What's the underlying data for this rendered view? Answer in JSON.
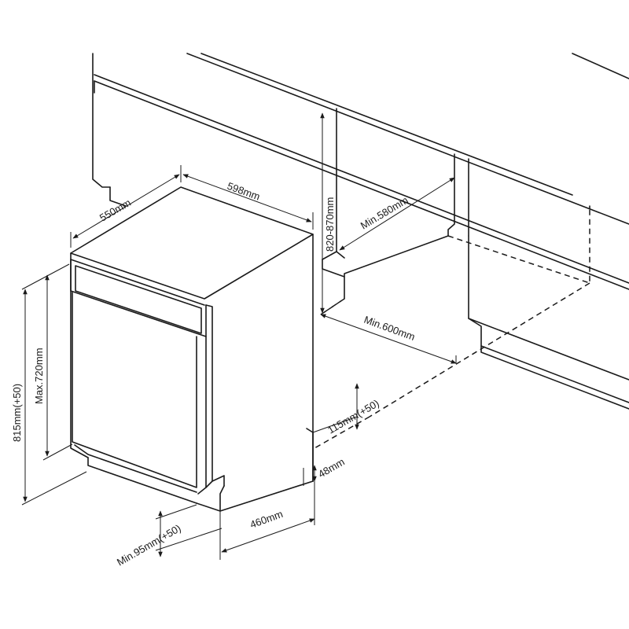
{
  "dimensions": {
    "width_top": "598mm",
    "depth_top": "550mm",
    "cabinet_height": "820-870mm",
    "min_depth_recess": "Min.580mm",
    "min_width_recess": "Min.600mm",
    "adjust_top": "115mm(+50)",
    "foot_gap": "48mm",
    "base_depth": "460mm",
    "plinth_height": "Min.95mm(+50)",
    "total_height": "815mm(+50)",
    "max_door_height": "Max.720mm"
  },
  "colors": {
    "line": "#1a1a1a",
    "background": "#ffffff"
  }
}
